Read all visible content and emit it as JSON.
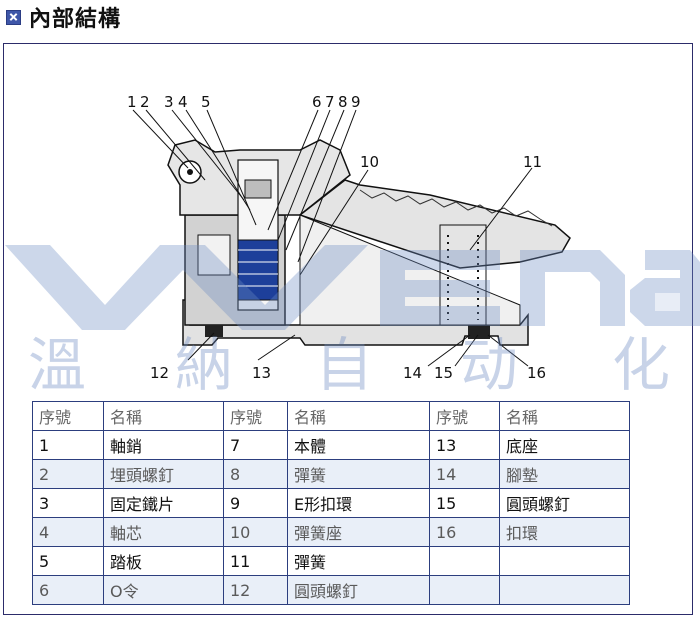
{
  "header": {
    "icon": "blue-square-x-icon",
    "title": "內部結構"
  },
  "callouts": {
    "n1": "1",
    "n2": "2",
    "n3": "3",
    "n4": "4",
    "n5": "5",
    "n6": "6",
    "n7": "7",
    "n8": "8",
    "n9": "9",
    "n10": "10",
    "n11": "11",
    "n12": "12",
    "n13": "13",
    "n14": "14",
    "n15": "15",
    "n16": "16"
  },
  "watermark": {
    "latin": "wena",
    "chars": [
      "溫",
      "納",
      "自",
      "动",
      "化"
    ]
  },
  "table": {
    "header": [
      "序號",
      "名稱",
      "序號",
      "名稱",
      "序號",
      "名稱"
    ],
    "rows": [
      [
        "1",
        "軸銷",
        "7",
        "本體",
        "13",
        "底座"
      ],
      [
        "2",
        "埋頭螺釘",
        "8",
        "彈簧",
        "14",
        "腳墊"
      ],
      [
        "3",
        "固定鐵片",
        "9",
        "E形扣環",
        "15",
        "圓頭螺釘"
      ],
      [
        "4",
        "軸芯",
        "10",
        "彈簧座",
        "16",
        "扣環"
      ],
      [
        "5",
        "踏板",
        "11",
        "彈簧",
        "",
        ""
      ],
      [
        "6",
        "O令",
        "12",
        "圓頭螺釘",
        "",
        ""
      ]
    ]
  }
}
